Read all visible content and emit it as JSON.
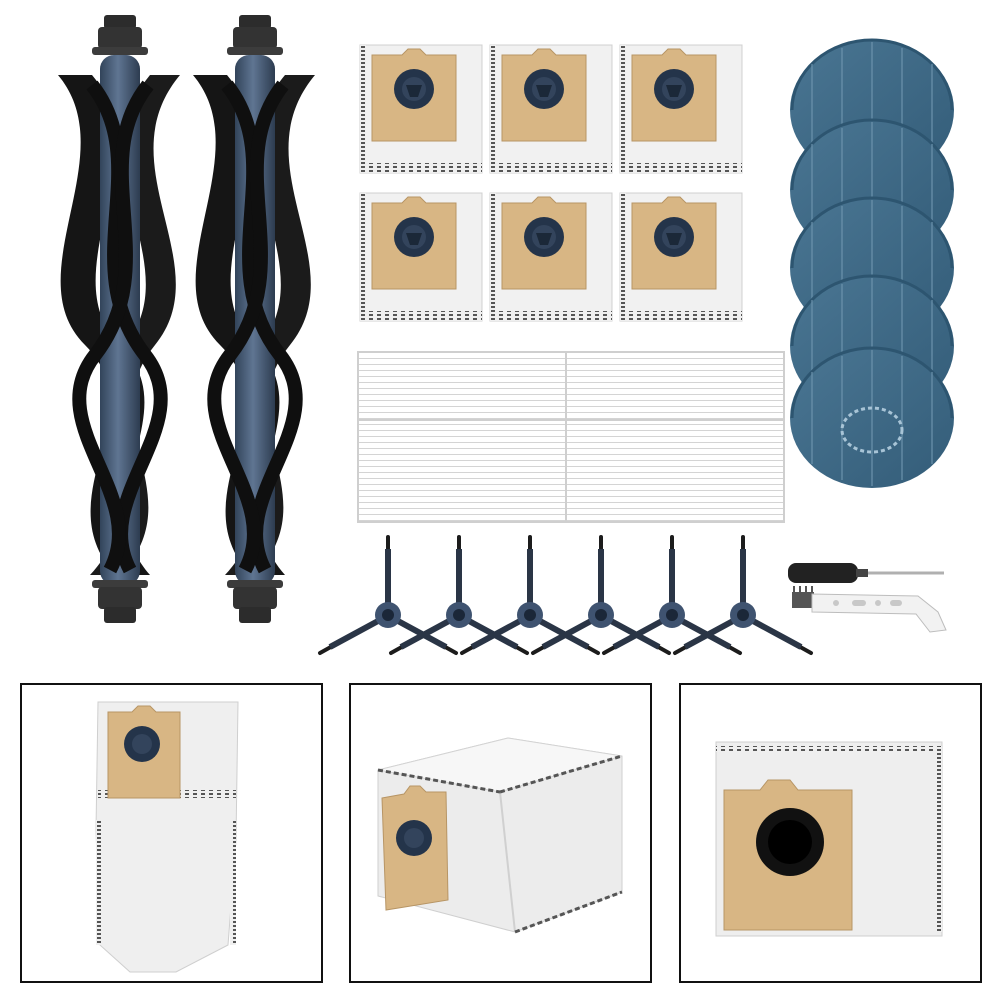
{
  "image": {
    "subject": "robot-vacuum-replacement-parts-kit",
    "background": "#ffffff"
  },
  "kit": {
    "main_brush_count": 2,
    "dust_bag_count": 6,
    "hepa_filter_count": 4,
    "mop_pad_count": 5,
    "side_brush_count": 6,
    "screwdriver_count": 1,
    "cleaning_tool_count": 1
  },
  "detail_panels": [
    {
      "name": "bag-front-view"
    },
    {
      "name": "bag-angled-view"
    },
    {
      "name": "bag-opening-closeup"
    }
  ],
  "colors": {
    "brush_core": "#4b5e78",
    "bristle": "#161616",
    "cardboard": "#d9b886",
    "bag_fabric": "#eeeeee",
    "mop": "#3d6a86",
    "panel_border": "#111111"
  }
}
